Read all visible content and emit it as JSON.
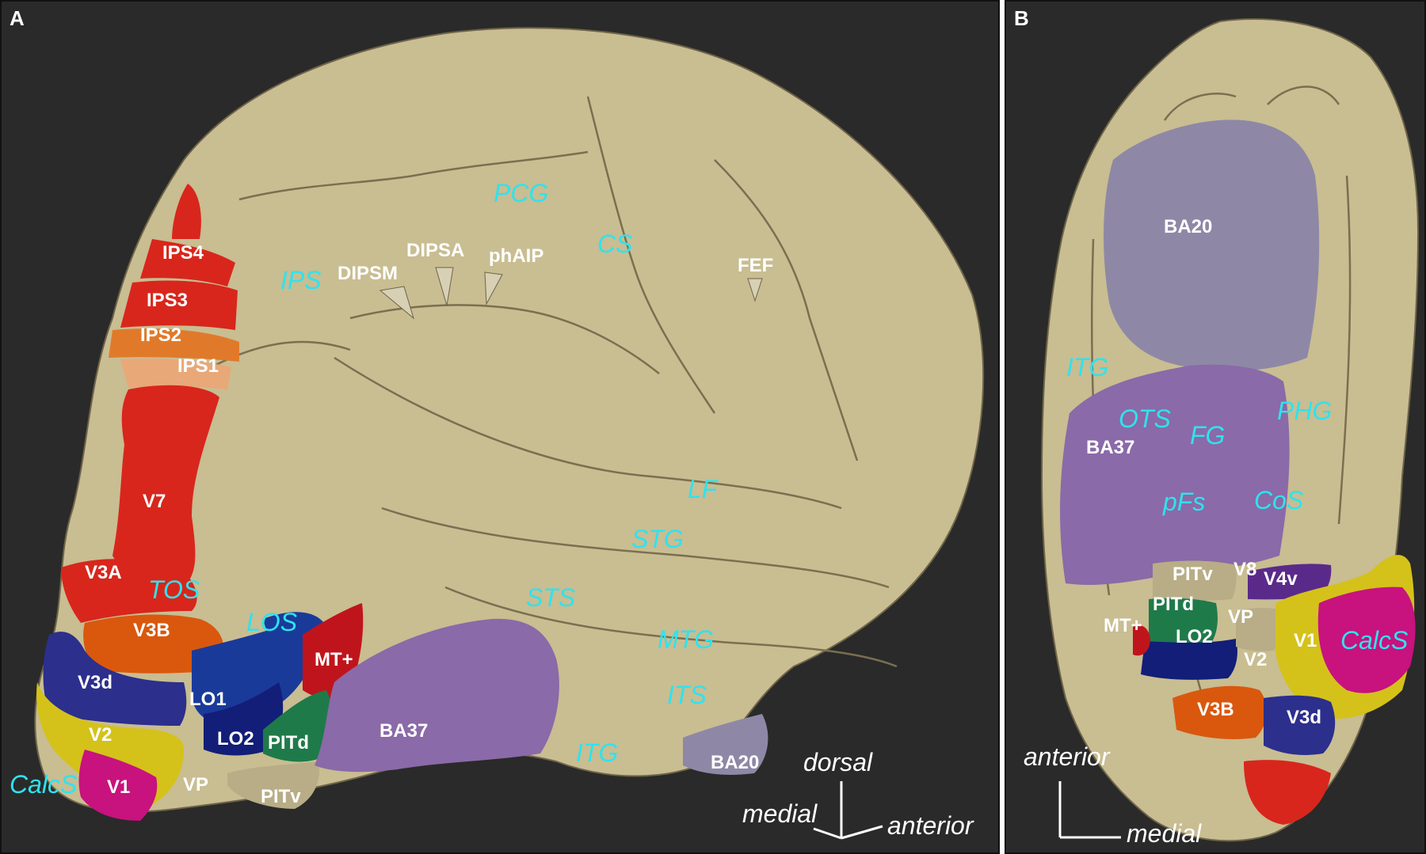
{
  "panel_a": {
    "letter": "A",
    "areas": {
      "ips4": "IPS4",
      "ips3": "IPS3",
      "ips2": "IPS2",
      "ips1": "IPS1",
      "v7": "V7",
      "v3a": "V3A",
      "v3b": "V3B",
      "v3d": "V3d",
      "v2": "V2",
      "v1": "V1",
      "vp": "VP",
      "lo1": "LO1",
      "lo2": "LO2",
      "pitd": "PITd",
      "pitv": "PITv",
      "mt": "MT+",
      "ba37": "BA37",
      "ba20": "BA20",
      "dipsm": "DIPSM",
      "dipsa": "DIPSA",
      "phaip": "phAIP",
      "fef": "FEF"
    },
    "sulci": {
      "pcg": "PCG",
      "cs": "CS",
      "ips": "IPS",
      "lf": "LF",
      "stg": "STG",
      "sts": "STS",
      "mtg": "MTG",
      "its": "ITS",
      "itg": "ITG",
      "tos": "TOS",
      "los": "LOS",
      "calcs": "CalcS"
    },
    "orientation": {
      "dorsal": "dorsal",
      "medial": "medial",
      "anterior": "anterior"
    }
  },
  "panel_b": {
    "letter": "B",
    "areas": {
      "ba20": "BA20",
      "ba37": "BA37",
      "pitv": "PITv",
      "v8": "V8",
      "v4v": "V4v",
      "pitd": "PITd",
      "mt": "MT+",
      "vp": "VP",
      "lo2": "LO2",
      "v1": "V1",
      "v2": "V2",
      "v3b": "V3B",
      "v3d": "V3d"
    },
    "sulci": {
      "itg": "ITG",
      "ots": "OTS",
      "fg": "FG",
      "phg": "PHG",
      "pfs": "pFs",
      "cos": "CoS",
      "calcs": "CalcS"
    },
    "orientation": {
      "anterior": "anterior",
      "medial": "medial"
    }
  },
  "colors": {
    "background": "#2a2a2a",
    "cortex": "#c9bd92",
    "cortex_shadow": "#a89c72",
    "sulcus_label": "#2ee3ee",
    "ips_red": "#d8261c",
    "ips2_orange": "#e07a2a",
    "ips1_peach": "#e8a878",
    "v3b_orange": "#d9580e",
    "v3d_blue": "#2c2f8c",
    "v2_yellow": "#d4c21a",
    "v1_magenta": "#c8127e",
    "lo_blue": "#1a3a9a",
    "lo2_navy": "#121e78",
    "pit_green": "#1f7a4a",
    "ba37_purple": "#8a6aa8",
    "ba20_gray": "#8e88a6",
    "v4v_purple": "#5a2a8a"
  }
}
